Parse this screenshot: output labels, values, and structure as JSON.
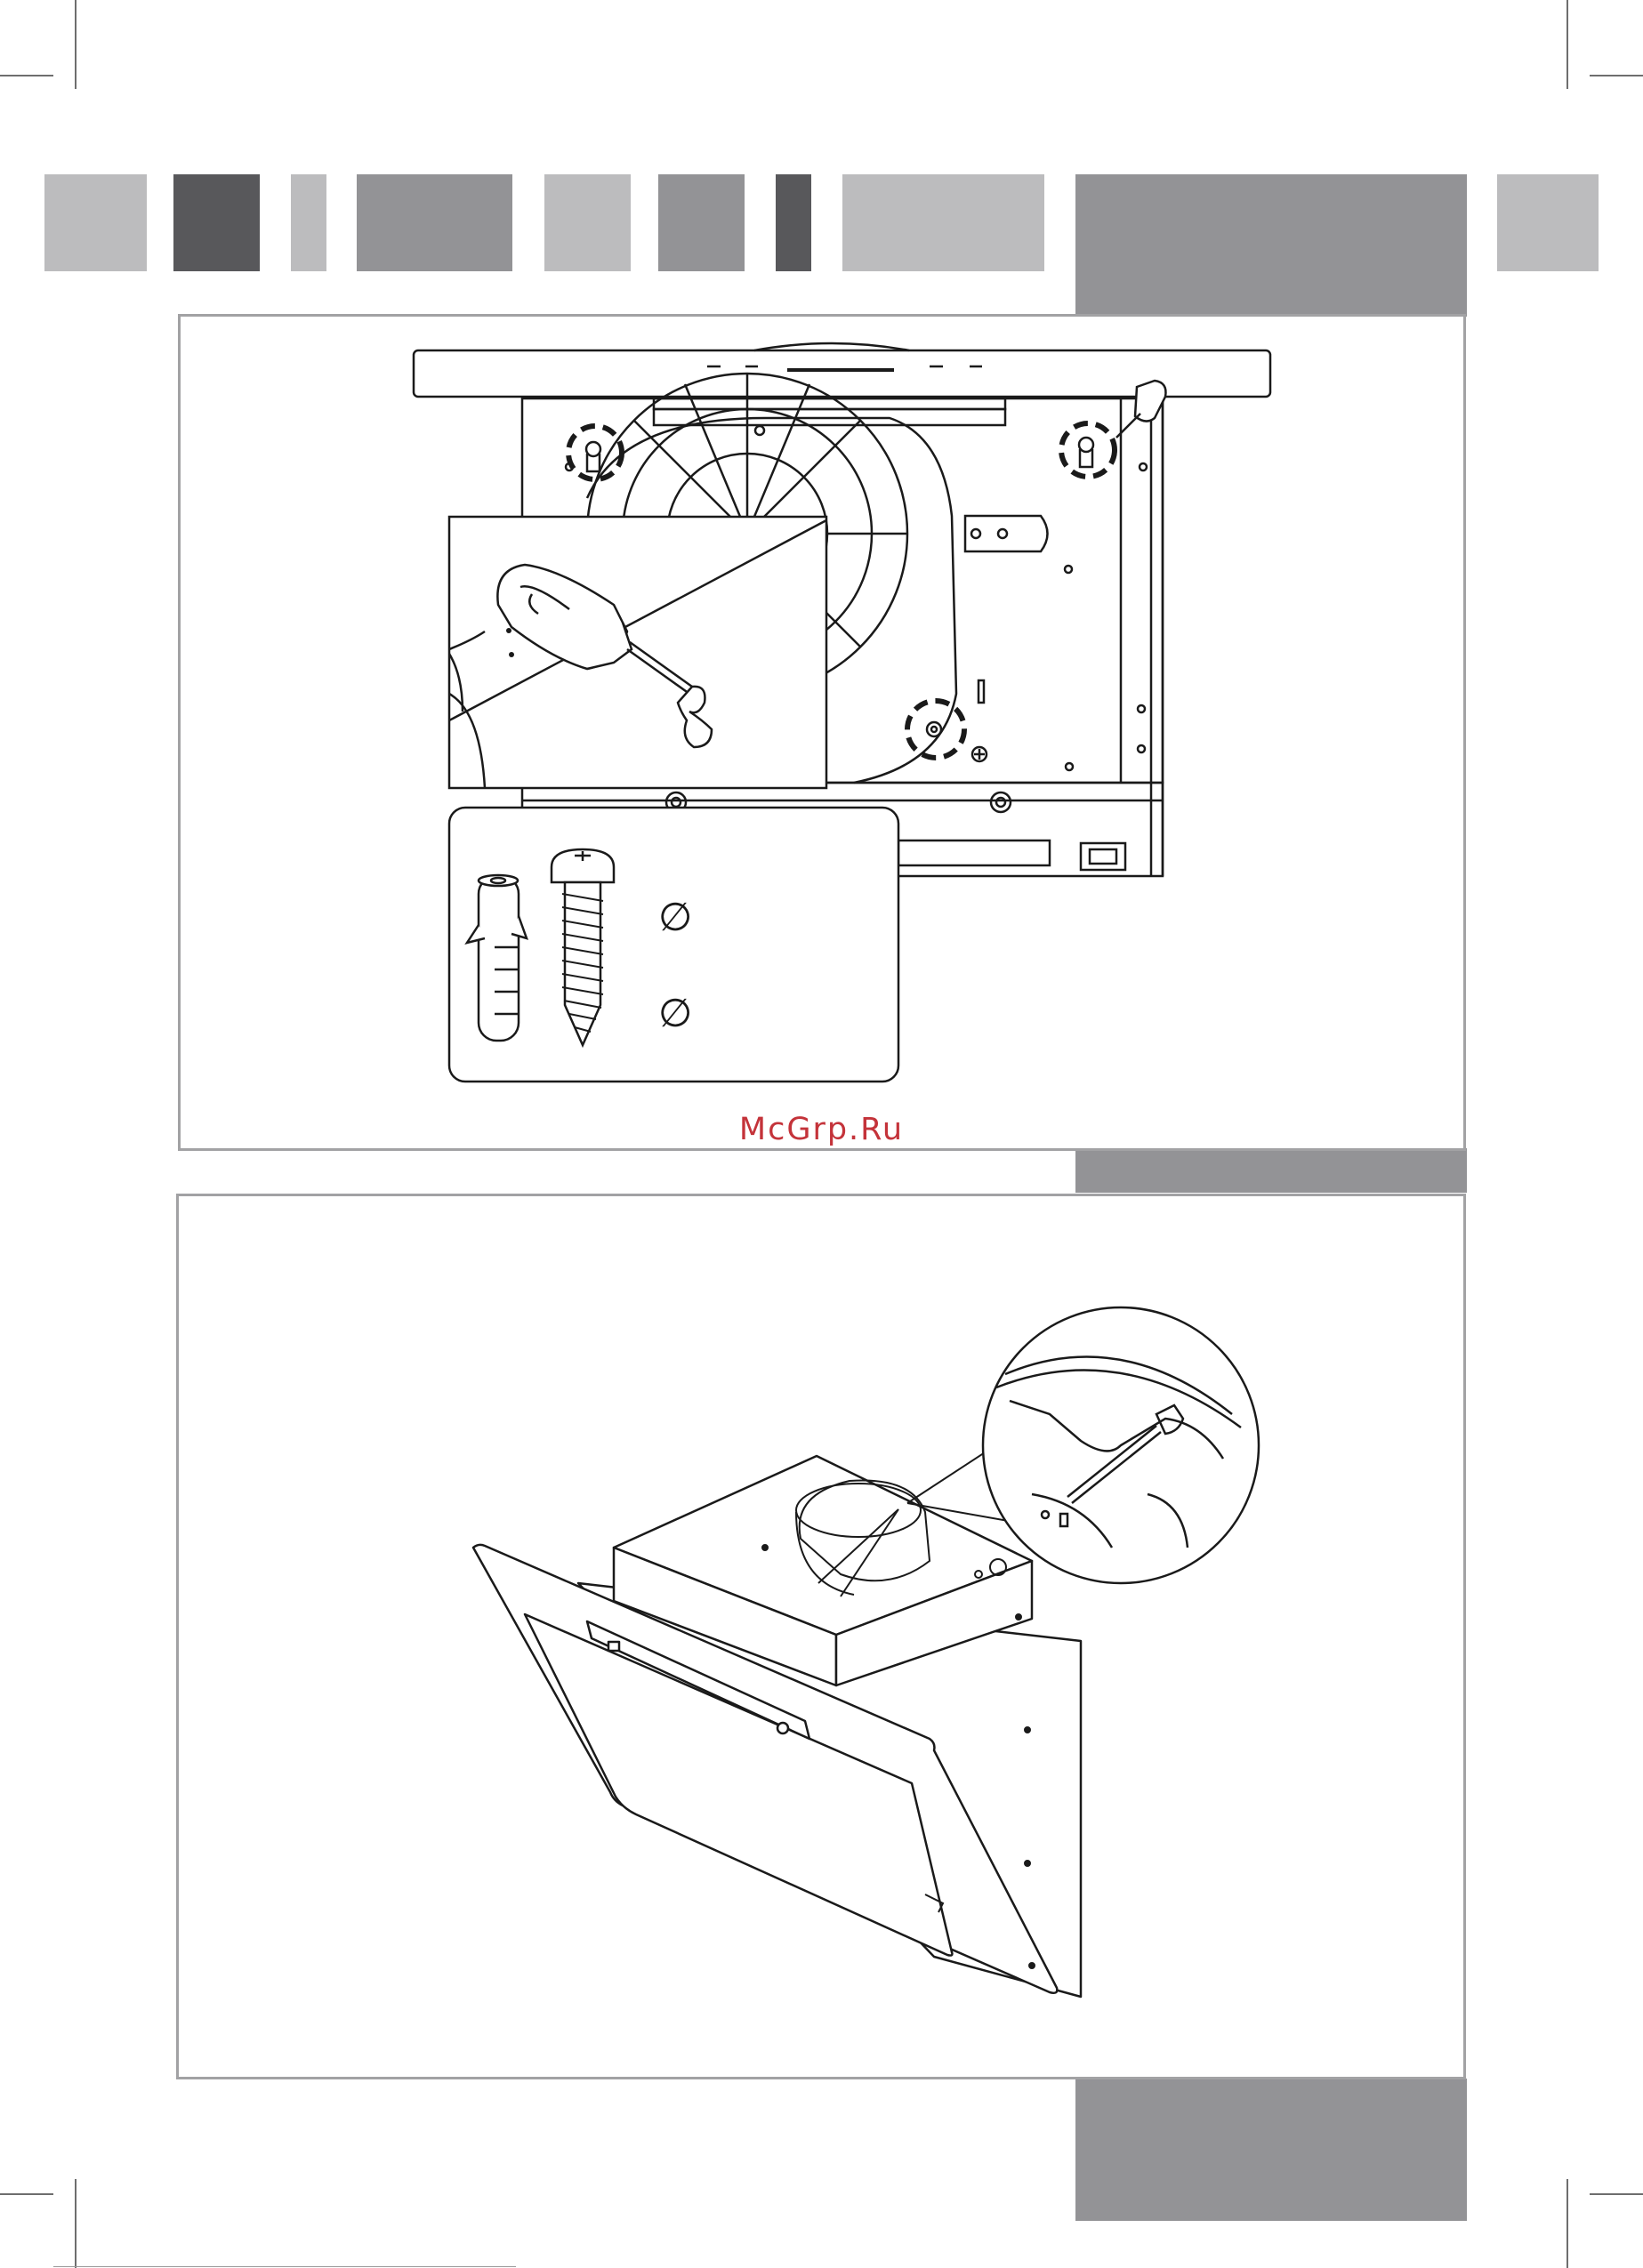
{
  "header": {
    "color_bands": [
      {
        "name": "band-1",
        "color": "#bcbcbe"
      },
      {
        "name": "band-2",
        "color": "#58585b"
      },
      {
        "name": "band-3",
        "color": "#bcbcbe"
      },
      {
        "name": "band-4",
        "color": "#939396"
      },
      {
        "name": "band-5",
        "color": "#bcbcbe"
      },
      {
        "name": "band-6",
        "color": "#939396"
      },
      {
        "name": "band-7",
        "color": "#58585b"
      },
      {
        "name": "band-8",
        "color": "#bcbcbe"
      },
      {
        "name": "band-9",
        "color": "#939396"
      },
      {
        "name": "band-10",
        "color": "#bcbcbe"
      }
    ]
  },
  "figure_top": {
    "inset_hardware": {
      "diameter_symbol_1": "∅",
      "diameter_symbol_2": "∅"
    }
  },
  "watermark": {
    "text": "McGrp.Ru",
    "color": "#c4333a"
  },
  "colors": {
    "frame_border": "#a2a2a4",
    "tab_gray": "#939396",
    "line": "#1a1a1a"
  }
}
